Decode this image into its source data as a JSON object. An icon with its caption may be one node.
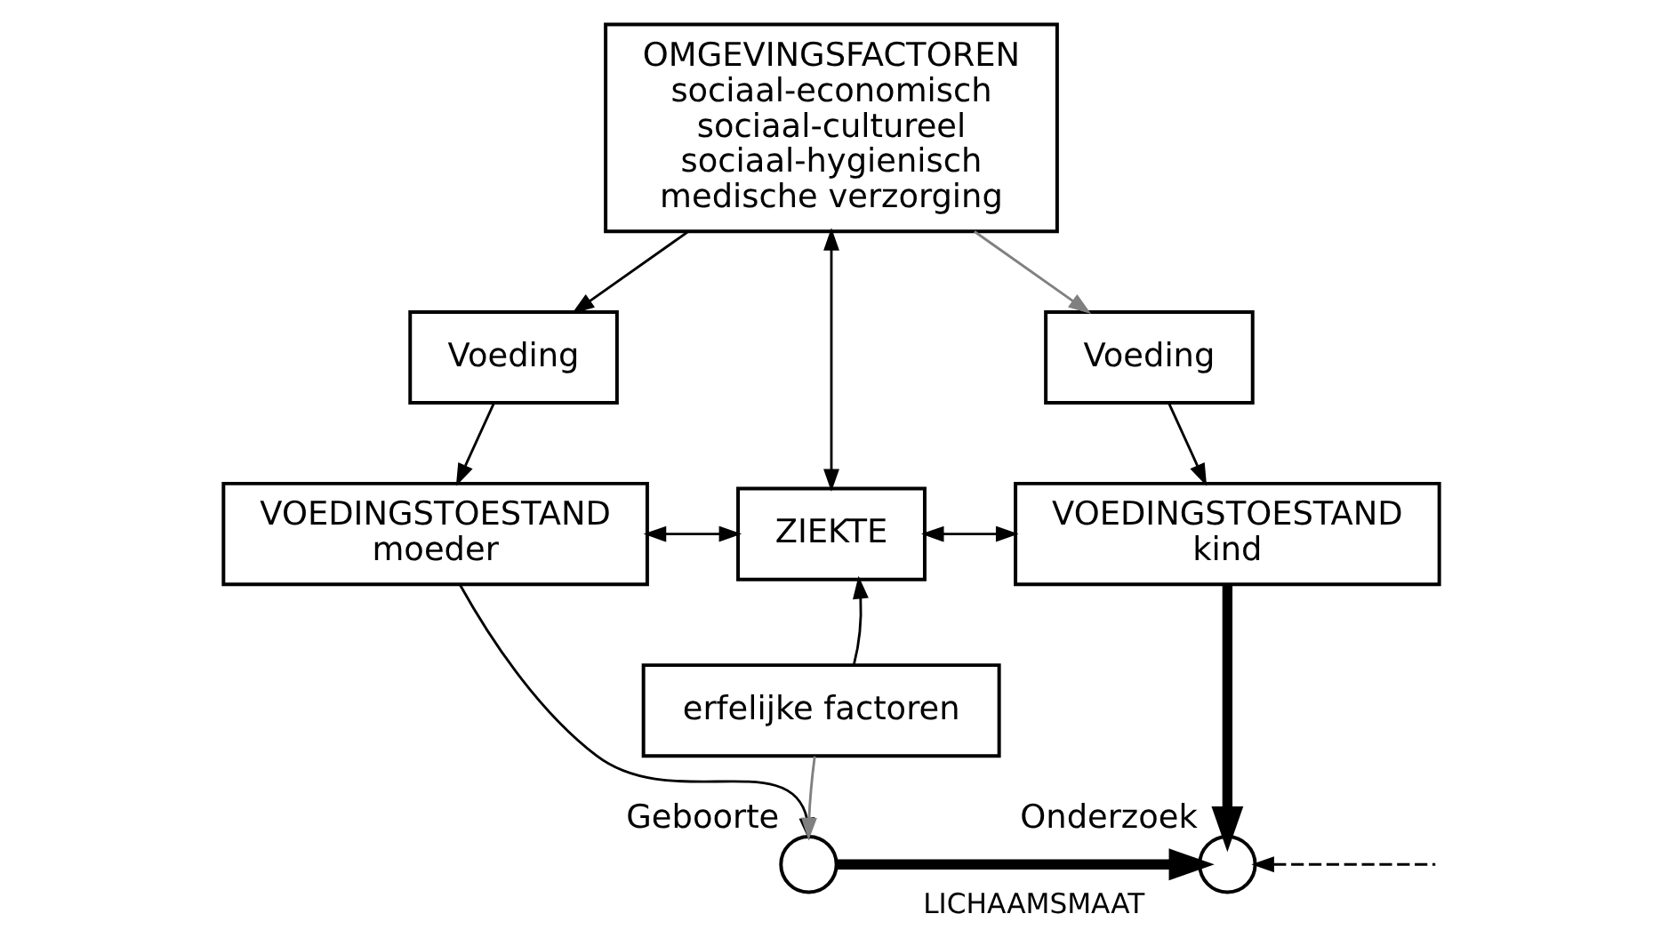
{
  "diagram": {
    "nodes": [
      {
        "text": [
          "OMGEVINGSFACTOREN",
          "sociaal-economisch sociaal-cultureel sociaal-hygienisch medische verzorging"
        ]
      },
      {
        "text": [
          "Voeding"
        ]
      },
      {
        "text": [
          "Voeding"
        ]
      },
      {
        "text": [
          "VOEDINGSTOESTAND moeder"
        ]
      },
      {
        "text": [
          "ZIEKTE"
        ]
      },
      {
        "text": [
          "VOEDINGSTOESTAND kind"
        ]
      },
      {
        "text": [
          "erfelijke factoren"
        ]
      },
      {
        "text": [],
        "shape": "circle",
        "beside": [
          "Geboorte"
        ]
      },
      {
        "text": [],
        "shape": "circle",
        "beside": [
          "Onderzoek"
        ]
      }
    ],
    "edges": [
      {
        "from": 0,
        "to": 1,
        "arrow": "to"
      },
      {
        "from": 0,
        "to": 2,
        "arrow": "to",
        "color": "#808080"
      },
      {
        "from": 0,
        "to": 4,
        "arrow": "both"
      },
      {
        "from": 1,
        "to": 3,
        "arrow": "to"
      },
      {
        "from": 2,
        "to": 5,
        "arrow": "to"
      },
      {
        "from": 3,
        "to": 4,
        "arrow": "both"
      },
      {
        "from": 4,
        "to": 5,
        "arrow": "both"
      },
      {
        "from": 6,
        "to": 4,
        "arrow": "to"
      },
      {
        "from": 3,
        "to": 7,
        "arrow": "to"
      },
      {
        "from": 6,
        "to": 7,
        "arrow": "to",
        "color": "#808080"
      },
      {
        "from": 5,
        "to": 8,
        "arrow": "to",
        "style": "thick"
      },
      {
        "from": 7,
        "to": 8,
        "arrow": "to",
        "label": "LICHAAMSMAAT",
        "style": "thick"
      },
      {
        "from": null,
        "to": 8,
        "arrow": "to",
        "style": "dashed"
      }
    ]
  }
}
